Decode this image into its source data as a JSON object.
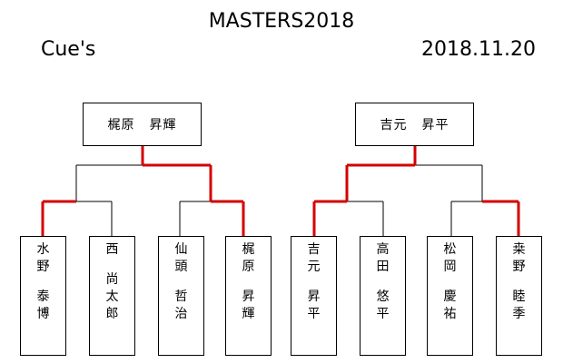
{
  "header": {
    "title": "MASTERS2018",
    "venue": "Cue's",
    "date": "2018.11.20"
  },
  "colors": {
    "line": "#000000",
    "winner_path": "#d40000",
    "background": "#ffffff"
  },
  "bracket": {
    "left": {
      "winner": {
        "family": "梶原",
        "given": "昇輝"
      },
      "players": [
        {
          "family": [
            "水",
            "野"
          ],
          "given": [
            "泰",
            "博"
          ]
        },
        {
          "family": [
            "西"
          ],
          "given": [
            "尚",
            "太",
            "郎"
          ]
        },
        {
          "family": [
            "仙",
            "頭"
          ],
          "given": [
            "哲",
            "治"
          ]
        },
        {
          "family": [
            "梶",
            "原"
          ],
          "given": [
            "昇",
            "輝"
          ]
        }
      ]
    },
    "right": {
      "winner": {
        "family": "吉元",
        "given": "昇平"
      },
      "players": [
        {
          "family": [
            "吉",
            "元"
          ],
          "given": [
            "昇",
            "平"
          ]
        },
        {
          "family": [
            "高",
            "田"
          ],
          "given": [
            "悠",
            "平"
          ]
        },
        {
          "family": [
            "松",
            "岡"
          ],
          "given": [
            "慶",
            "祐"
          ]
        },
        {
          "family": [
            "桒",
            "野"
          ],
          "given": [
            "睦",
            "季"
          ]
        }
      ]
    }
  }
}
